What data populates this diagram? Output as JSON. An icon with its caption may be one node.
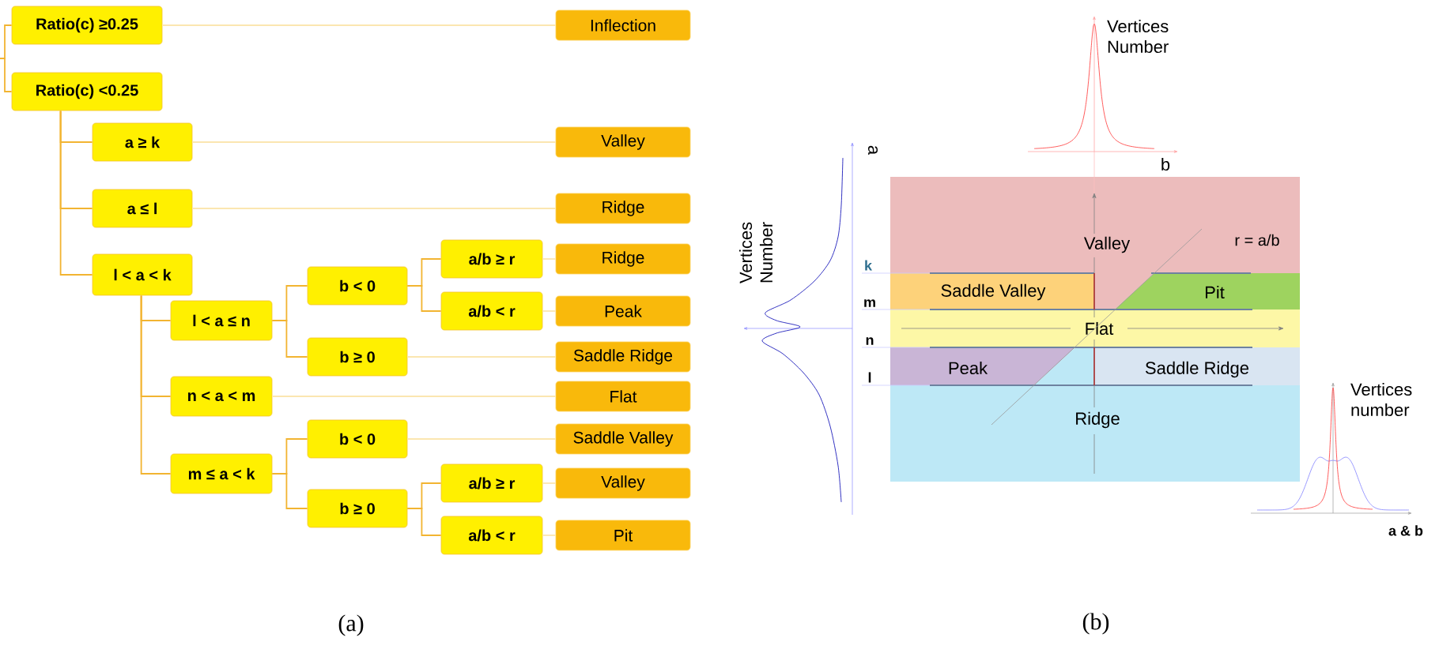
{
  "diagram": {
    "nodes": [
      {
        "text": [
          "Ratio(c) ≥0.25"
        ]
      },
      {
        "text": [
          "Ratio(c) <0.25"
        ]
      },
      {
        "text": [
          "a ≥ k"
        ]
      },
      {
        "text": [
          "a ≤ l"
        ]
      },
      {
        "text": [
          "l < a < k"
        ]
      },
      {
        "text": [
          "l < a ≤ n"
        ]
      },
      {
        "text": [
          "n < a < m"
        ]
      },
      {
        "text": [
          "m ≤ a < k"
        ]
      },
      {
        "text": [
          "b < 0"
        ]
      },
      {
        "text": [
          "b ≥ 0"
        ]
      },
      {
        "text": [
          "b < 0"
        ]
      },
      {
        "text": [
          "b ≥ 0"
        ]
      },
      {
        "text": [
          "a/b ≥ r"
        ]
      },
      {
        "text": [
          "a/b < r"
        ]
      },
      {
        "text": [
          "a/b ≥ r"
        ]
      },
      {
        "text": [
          "a/b < r"
        ]
      },
      {
        "text": [
          "Inflection"
        ]
      },
      {
        "text": [
          "Valley"
        ]
      },
      {
        "text": [
          "Ridge"
        ]
      },
      {
        "text": [
          "Ridge"
        ]
      },
      {
        "text": [
          "Peak"
        ]
      },
      {
        "text": [
          "Saddle Ridge"
        ]
      },
      {
        "text": [
          "Flat"
        ]
      },
      {
        "text": [
          "Saddle Valley"
        ]
      },
      {
        "text": [
          "Valley"
        ]
      },
      {
        "text": [
          "Pit"
        ]
      },
      {
        "text": [
          "Valley"
        ]
      },
      {
        "text": [
          "Saddle Valley"
        ]
      },
      {
        "text": [
          "Pit"
        ]
      },
      {
        "text": [
          "Flat"
        ]
      },
      {
        "text": [
          "Peak"
        ]
      },
      {
        "text": [
          "Saddle Ridge"
        ]
      },
      {
        "text": [
          "Ridge"
        ]
      }
    ],
    "edges": [
      {
        "from": null,
        "to": 0,
        "arrow": "none"
      },
      {
        "from": null,
        "to": 1,
        "arrow": "none"
      },
      {
        "from": 0,
        "to": 16,
        "arrow": "none",
        "color": "#fbe6b0"
      },
      {
        "from": 1,
        "to": 2,
        "arrow": "none"
      },
      {
        "from": 1,
        "to": 3,
        "arrow": "none"
      },
      {
        "from": 1,
        "to": 4,
        "arrow": "none"
      },
      {
        "from": 2,
        "to": 17,
        "arrow": "none",
        "color": "#fbe6b0"
      },
      {
        "from": 3,
        "to": 18,
        "arrow": "none",
        "color": "#fbe6b0"
      },
      {
        "from": 4,
        "to": 5,
        "arrow": "none"
      },
      {
        "from": 4,
        "to": 6,
        "arrow": "none"
      },
      {
        "from": 4,
        "to": 7,
        "arrow": "none"
      },
      {
        "from": 5,
        "to": 8,
        "arrow": "none"
      },
      {
        "from": 5,
        "to": 9,
        "arrow": "none"
      },
      {
        "from": 8,
        "to": 12,
        "arrow": "none"
      },
      {
        "from": 8,
        "to": 13,
        "arrow": "none"
      },
      {
        "from": 12,
        "to": 19,
        "arrow": "none",
        "color": "#fbe6b0"
      },
      {
        "from": 13,
        "to": 20,
        "arrow": "none",
        "color": "#fbe6b0"
      },
      {
        "from": 9,
        "to": 21,
        "arrow": "none",
        "color": "#fbe6b0"
      },
      {
        "from": 6,
        "to": 22,
        "arrow": "none",
        "color": "#fbe6b0"
      },
      {
        "from": 7,
        "to": 10,
        "arrow": "none"
      },
      {
        "from": 7,
        "to": 11,
        "arrow": "none"
      },
      {
        "from": 11,
        "to": 14,
        "arrow": "none"
      },
      {
        "from": 11,
        "to": 15,
        "arrow": "none"
      },
      {
        "from": 10,
        "to": 23,
        "arrow": "none",
        "color": "#fbe6b0"
      },
      {
        "from": 14,
        "to": 24,
        "arrow": "none",
        "color": "#fbe6b0"
      },
      {
        "from": 15,
        "to": 25,
        "arrow": "none",
        "color": "#fbe6b0"
      }
    ],
    "labels": [
      "Vertices Number",
      "b",
      "a",
      "Vertices Number",
      "k",
      "r = a/b",
      "m",
      "n",
      "l",
      "Vertices number",
      "a & b",
      "(a)",
      "(b)"
    ]
  }
}
